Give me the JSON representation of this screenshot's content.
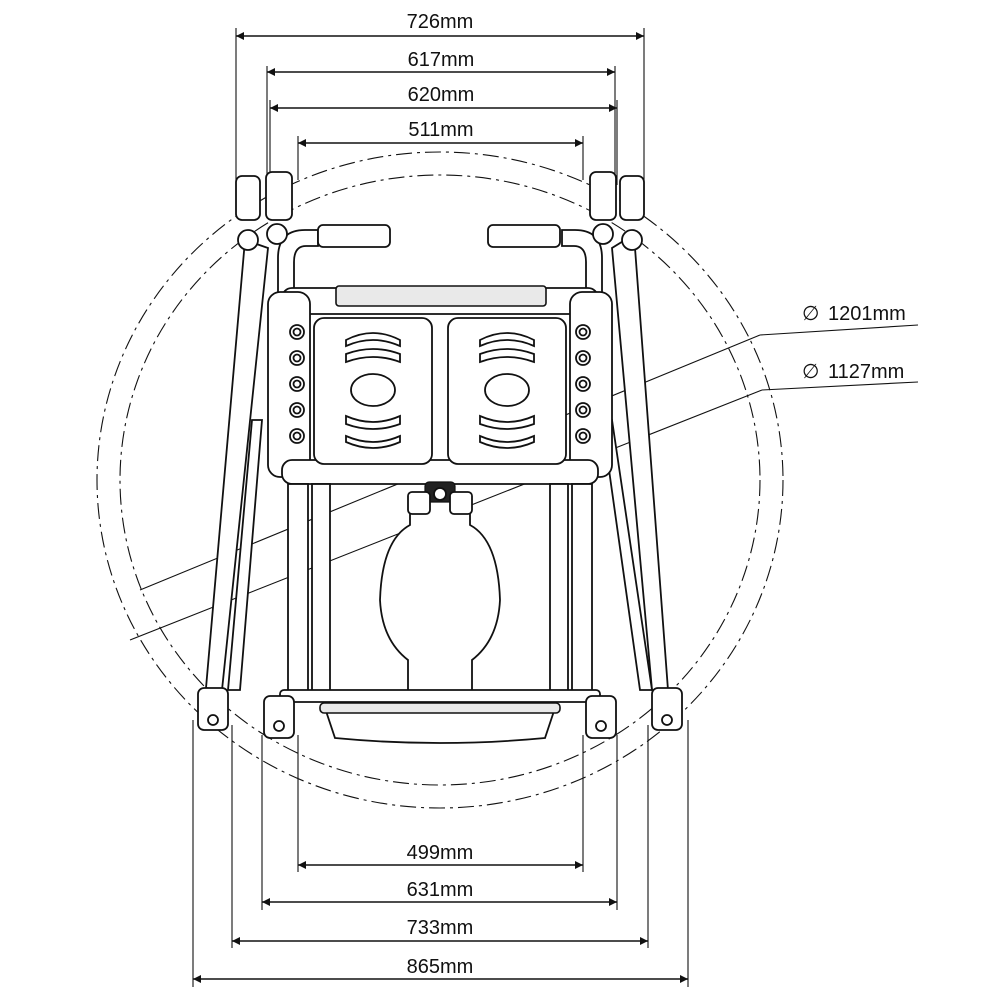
{
  "dimensions_top": [
    "726mm",
    "617mm",
    "620mm",
    "511mm"
  ],
  "dimensions_bottom": [
    "499mm",
    "631mm",
    "733mm",
    "865mm"
  ],
  "diameters": [
    {
      "symbol": "∅",
      "value": "1201mm"
    },
    {
      "symbol": "∅",
      "value": "1127mm"
    }
  ],
  "colors": {
    "line": "#111111",
    "background": "#ffffff"
  }
}
